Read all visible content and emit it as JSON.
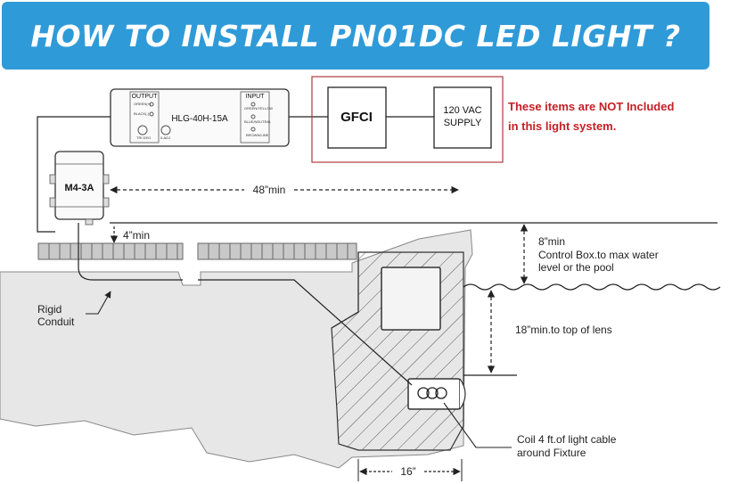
{
  "banner": {
    "title": "HOW TO INSTALL PN01DC LED LIGHT ?"
  },
  "driver": {
    "model": "HLG-40H-15A",
    "output_label": "OUTPUT",
    "input_label": "INPUT",
    "output_small_labels": [
      "GREEN(+)",
      "BLACK(-)",
      "TRI DEG",
      "0-ADJ"
    ],
    "input_small_labels": [
      "GREEN/YELLOW",
      "BLUE/NEUTRAL",
      "BROWN/LINE"
    ]
  },
  "gfci": {
    "label": "GFCI"
  },
  "supply": {
    "line1": "120 VAC",
    "line2": "SUPPLY"
  },
  "notice": {
    "line1": "These items are NOT Included",
    "line2": "in this light system."
  },
  "control_box": {
    "label": "M4-3A"
  },
  "dimensions": {
    "horizontal_min": "48”min",
    "vertical_min": "4”min",
    "box_to_water_1": "8”min",
    "box_to_water_2": "Control Box.to max water",
    "box_to_water_3": "level or the pool",
    "lens_depth": "18”min.to top of lens",
    "fixture_width": "16”"
  },
  "labels": {
    "conduit_1": "Rigid",
    "conduit_2": "Conduit",
    "coil_1": "Coil 4 ft.of light cable",
    "coil_2": "around Fixture"
  }
}
